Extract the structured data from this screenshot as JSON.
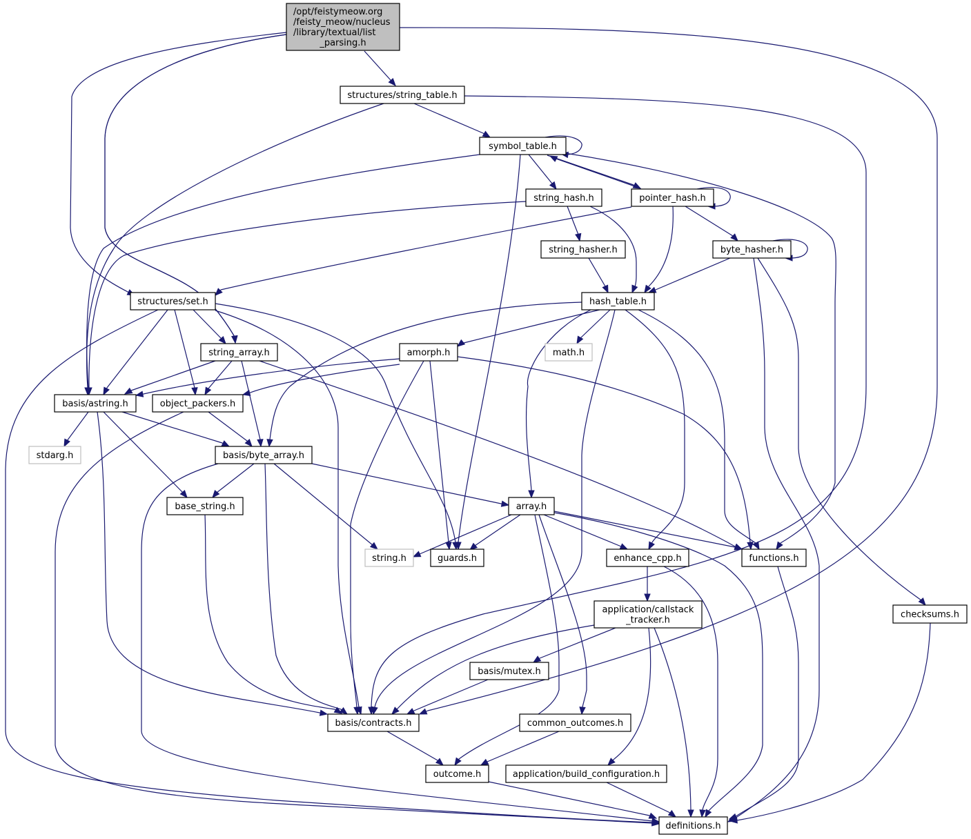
{
  "diagram": {
    "type": "include-dependency-graph",
    "colors": {
      "edge": "#191970",
      "root_fill": "#bfbfbf",
      "node_fill": "#ffffff",
      "node_border": "#000000",
      "system_header_border": "#bfbfbf"
    },
    "nodes": [
      {
        "id": "root",
        "label": [
          "/opt/feistymeow.org",
          "/feisty_meow/nucleus",
          "/library/textual/list",
          "_parsing.h"
        ],
        "kind": "root"
      },
      {
        "id": "string_table",
        "label": [
          "structures/string_table.h"
        ],
        "kind": "local"
      },
      {
        "id": "symbol_table",
        "label": [
          "symbol_table.h"
        ],
        "kind": "local"
      },
      {
        "id": "string_hash",
        "label": [
          "string_hash.h"
        ],
        "kind": "local"
      },
      {
        "id": "pointer_hash",
        "label": [
          "pointer_hash.h"
        ],
        "kind": "local"
      },
      {
        "id": "string_hasher",
        "label": [
          "string_hasher.h"
        ],
        "kind": "local"
      },
      {
        "id": "byte_hasher",
        "label": [
          "byte_hasher.h"
        ],
        "kind": "local"
      },
      {
        "id": "set",
        "label": [
          "structures/set.h"
        ],
        "kind": "local"
      },
      {
        "id": "hash_table",
        "label": [
          "hash_table.h"
        ],
        "kind": "local"
      },
      {
        "id": "string_array",
        "label": [
          "string_array.h"
        ],
        "kind": "local"
      },
      {
        "id": "amorph",
        "label": [
          "amorph.h"
        ],
        "kind": "local"
      },
      {
        "id": "math",
        "label": [
          "math.h"
        ],
        "kind": "system"
      },
      {
        "id": "astring",
        "label": [
          "basis/astring.h"
        ],
        "kind": "local"
      },
      {
        "id": "object_packers",
        "label": [
          "object_packers.h"
        ],
        "kind": "local"
      },
      {
        "id": "stdarg",
        "label": [
          "stdarg.h"
        ],
        "kind": "system"
      },
      {
        "id": "byte_array",
        "label": [
          "basis/byte_array.h"
        ],
        "kind": "local"
      },
      {
        "id": "base_string",
        "label": [
          "base_string.h"
        ],
        "kind": "local"
      },
      {
        "id": "array",
        "label": [
          "array.h"
        ],
        "kind": "local"
      },
      {
        "id": "string_h",
        "label": [
          "string.h"
        ],
        "kind": "system"
      },
      {
        "id": "guards",
        "label": [
          "guards.h"
        ],
        "kind": "local"
      },
      {
        "id": "enhance_cpp",
        "label": [
          "enhance_cpp.h"
        ],
        "kind": "local"
      },
      {
        "id": "functions",
        "label": [
          "functions.h"
        ],
        "kind": "local"
      },
      {
        "id": "checksums",
        "label": [
          "checksums.h"
        ],
        "kind": "local"
      },
      {
        "id": "callstack_tracker",
        "label": [
          "application/callstack",
          "_tracker.h"
        ],
        "kind": "local"
      },
      {
        "id": "mutex",
        "label": [
          "basis/mutex.h"
        ],
        "kind": "local"
      },
      {
        "id": "contracts",
        "label": [
          "basis/contracts.h"
        ],
        "kind": "local"
      },
      {
        "id": "common_outcomes",
        "label": [
          "common_outcomes.h"
        ],
        "kind": "local"
      },
      {
        "id": "outcome",
        "label": [
          "outcome.h"
        ],
        "kind": "local"
      },
      {
        "id": "build_configuration",
        "label": [
          "application/build_configuration.h"
        ],
        "kind": "local"
      },
      {
        "id": "definitions",
        "label": [
          "definitions.h"
        ],
        "kind": "local"
      }
    ],
    "edges": [
      [
        "root",
        "string_table"
      ],
      [
        "root",
        "set"
      ],
      [
        "root",
        "astring"
      ],
      [
        "root",
        "string_array"
      ],
      [
        "root",
        "contracts"
      ],
      [
        "string_table",
        "symbol_table"
      ],
      [
        "string_table",
        "astring"
      ],
      [
        "string_table",
        "contracts"
      ],
      [
        "symbol_table",
        "symbol_table"
      ],
      [
        "symbol_table",
        "string_hash"
      ],
      [
        "symbol_table",
        "pointer_hash"
      ],
      [
        "symbol_table",
        "astring"
      ],
      [
        "symbol_table",
        "guards"
      ],
      [
        "symbol_table",
        "functions"
      ],
      [
        "string_hash",
        "string_hasher"
      ],
      [
        "string_hash",
        "hash_table"
      ],
      [
        "string_hash",
        "astring"
      ],
      [
        "pointer_hash",
        "pointer_hash"
      ],
      [
        "pointer_hash",
        "symbol_table"
      ],
      [
        "pointer_hash",
        "byte_hasher"
      ],
      [
        "pointer_hash",
        "hash_table"
      ],
      [
        "pointer_hash",
        "set"
      ],
      [
        "string_hasher",
        "hash_table"
      ],
      [
        "byte_hasher",
        "byte_hasher"
      ],
      [
        "byte_hasher",
        "hash_table"
      ],
      [
        "byte_hasher",
        "checksums"
      ],
      [
        "byte_hasher",
        "definitions"
      ],
      [
        "set",
        "string_array"
      ],
      [
        "set",
        "astring"
      ],
      [
        "set",
        "object_packers"
      ],
      [
        "set",
        "guards"
      ],
      [
        "set",
        "contracts"
      ],
      [
        "set",
        "definitions"
      ],
      [
        "hash_table",
        "amorph"
      ],
      [
        "hash_table",
        "math"
      ],
      [
        "hash_table",
        "byte_array"
      ],
      [
        "hash_table",
        "array"
      ],
      [
        "hash_table",
        "contracts"
      ],
      [
        "hash_table",
        "enhance_cpp"
      ],
      [
        "hash_table",
        "functions"
      ],
      [
        "string_array",
        "astring"
      ],
      [
        "string_array",
        "object_packers"
      ],
      [
        "string_array",
        "byte_array"
      ],
      [
        "string_array",
        "functions"
      ],
      [
        "amorph",
        "astring"
      ],
      [
        "amorph",
        "object_packers"
      ],
      [
        "amorph",
        "guards"
      ],
      [
        "amorph",
        "contracts"
      ],
      [
        "amorph",
        "functions"
      ],
      [
        "astring",
        "stdarg"
      ],
      [
        "astring",
        "byte_array"
      ],
      [
        "astring",
        "base_string"
      ],
      [
        "astring",
        "contracts"
      ],
      [
        "object_packers",
        "byte_array"
      ],
      [
        "object_packers",
        "definitions"
      ],
      [
        "byte_array",
        "base_string"
      ],
      [
        "byte_array",
        "array"
      ],
      [
        "byte_array",
        "string_h"
      ],
      [
        "byte_array",
        "contracts"
      ],
      [
        "byte_array",
        "definitions"
      ],
      [
        "base_string",
        "contracts"
      ],
      [
        "array",
        "string_h"
      ],
      [
        "array",
        "guards"
      ],
      [
        "array",
        "enhance_cpp"
      ],
      [
        "array",
        "functions"
      ],
      [
        "array",
        "outcome"
      ],
      [
        "array",
        "common_outcomes"
      ],
      [
        "array",
        "definitions"
      ],
      [
        "enhance_cpp",
        "callstack_tracker"
      ],
      [
        "enhance_cpp",
        "definitions"
      ],
      [
        "functions",
        "definitions"
      ],
      [
        "checksums",
        "definitions"
      ],
      [
        "callstack_tracker",
        "mutex"
      ],
      [
        "callstack_tracker",
        "contracts"
      ],
      [
        "callstack_tracker",
        "build_configuration"
      ],
      [
        "callstack_tracker",
        "definitions"
      ],
      [
        "mutex",
        "contracts"
      ],
      [
        "contracts",
        "outcome"
      ],
      [
        "common_outcomes",
        "outcome"
      ],
      [
        "outcome",
        "definitions"
      ],
      [
        "build_configuration",
        "definitions"
      ]
    ]
  }
}
